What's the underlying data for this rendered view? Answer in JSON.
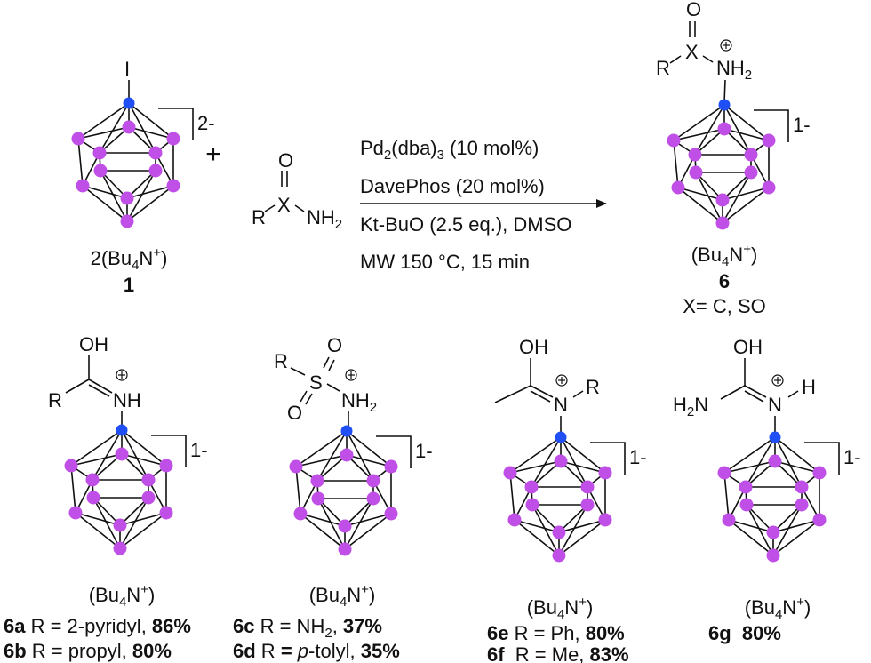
{
  "colors": {
    "boron": "#c04fe8",
    "carbon_vertex": "#2050f5",
    "ink": "#111111"
  },
  "reactant1": {
    "substituent": "I",
    "charge": "2-",
    "counterion": {
      "pre": "2(Bu",
      "sub": "4",
      "mid": "N",
      "sup": "+",
      "post": ")"
    },
    "number": "1"
  },
  "plus_sign": "+",
  "reactant2": {
    "O": "O",
    "X": "X",
    "R": "R",
    "N": "NH",
    "N_sub": "2"
  },
  "conditions": {
    "line1": {
      "a": "Pd",
      "a_sub": "2",
      "b": "(dba)",
      "b_sub": "3",
      "c": " (10 mol%)"
    },
    "line2": "DavePhos (20 mol%)",
    "line3": "Kt-BuO (2.5 eq.), DMSO",
    "line4": "MW 150 °C, 15 min"
  },
  "product": {
    "O": "O",
    "X": "X",
    "R": "R",
    "N": "NH",
    "N_sub": "2",
    "charge_symbol": "+",
    "cluster_charge": "1-",
    "counterion": {
      "pre": "(Bu",
      "sub": "4",
      "mid": "N",
      "sup": "+",
      "post": ")"
    },
    "number": "6",
    "note": "X= C, SO"
  },
  "examples": [
    {
      "id": "6a-6b",
      "groups": {
        "OH": "OH",
        "R": "R",
        "N": "NH"
      },
      "cluster_charge": "1-",
      "counterion": {
        "pre": "(Bu",
        "sub": "4",
        "mid": "N",
        "sup": "+",
        "post": ")"
      },
      "entries": [
        {
          "code": "6a",
          "text": " R = 2-pyridyl, ",
          "yield": "86%"
        },
        {
          "code": "6b",
          "text": " R = propyl, ",
          "yield": "80%"
        }
      ]
    },
    {
      "id": "6c-6d",
      "groups": {
        "O1": "O",
        "O2": "O",
        "S": "S",
        "R": "R",
        "N": "NH",
        "N_sub": "2"
      },
      "cluster_charge": "1-",
      "counterion": {
        "pre": "(Bu",
        "sub": "4",
        "mid": "N",
        "sup": "+",
        "post": ")"
      },
      "entries": [
        {
          "code": "6c",
          "text": " R = NH",
          "text_sub": "2",
          "text2": ", ",
          "yield": "37%"
        },
        {
          "code": "6d",
          "text": " R ",
          "eq": "=",
          "italic": "p",
          "text2": "-tolyl, ",
          "yield": "35%"
        }
      ]
    },
    {
      "id": "6e-6f",
      "groups": {
        "OH": "OH",
        "N": "N",
        "R": "R"
      },
      "cluster_charge": "1-",
      "counterion": {
        "pre": "(Bu",
        "sub": "4",
        "mid": "N",
        "sup": "+",
        "post": ")"
      },
      "entries": [
        {
          "code": "6e",
          "text": " R = Ph, ",
          "yield": "80%"
        },
        {
          "code": "6f",
          "text": "  R = Me, ",
          "yield": "83%"
        }
      ]
    },
    {
      "id": "6g",
      "groups": {
        "OH": "OH",
        "H2N_H": "H",
        "H2N_sub": "2",
        "H2N_N": "N",
        "N": "N",
        "H": "H"
      },
      "cluster_charge": "1-",
      "counterion": {
        "pre": "(Bu",
        "sub": "4",
        "mid": "N",
        "sup": "+",
        "post": ")"
      },
      "entries": [
        {
          "code": "6g",
          "text": "  ",
          "yield": "80%"
        }
      ]
    }
  ]
}
